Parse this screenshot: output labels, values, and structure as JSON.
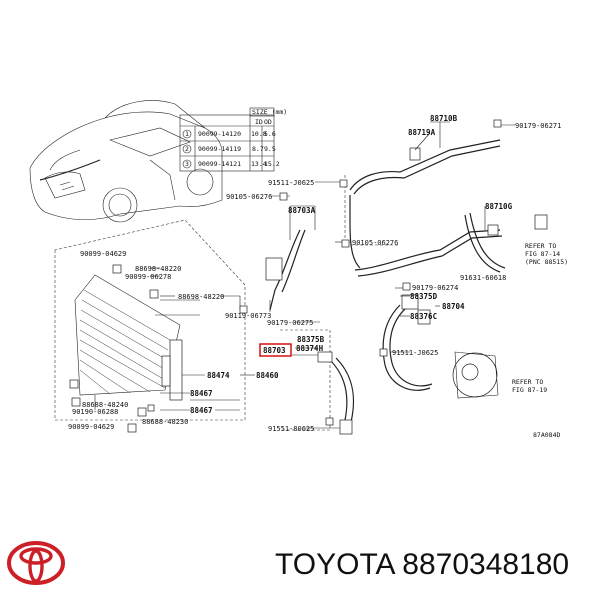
{
  "size_table": {
    "title": "SIZE (mm)",
    "col_id": "ID",
    "col_od": "OD",
    "rows": [
      {
        "ref": "1",
        "part": "90099-14120",
        "id": "10.8",
        "od": "5.6"
      },
      {
        "ref": "2",
        "part": "90099-14119",
        "id": "8.7",
        "od": "9.5"
      },
      {
        "ref": "3",
        "part": "90099-14121",
        "id": "13.4",
        "od": "15.2"
      }
    ]
  },
  "labels": {
    "l_88710b": "88710B",
    "l_88719a": "88719A",
    "l_90179_06271": "90179-06271",
    "l_91511_j0625": "91511-J0625",
    "l_90105_06276": "90105-06276",
    "l_88703a": "88703A",
    "l_88710g": "88710G",
    "l_90105_06276b": "90105-06276",
    "l_refer_to_1": "REFER TO",
    "l_fig_1": "FIG 87-14",
    "l_pnc_1": "(PNC 88515)",
    "l_90099_04629": "90099-04629",
    "l_88698_48220": "88698-48220",
    "l_90099_06278": "90099-06278",
    "l_88698_48220b": "88698-48220",
    "l_91631_60618": "91631-60618",
    "l_90179_06274": "90179-06274",
    "l_88375d": "88375D",
    "l_88704": "88704",
    "l_88376c": "88376C",
    "l_90119_06773": "90119-06773",
    "l_90179_06275": "90179-06275",
    "l_88375b": "88375B",
    "l_88703": "88703",
    "l_88374h": "88374H",
    "l_91511_j0625b": "91511-J0625",
    "l_88474": "88474",
    "l_88460": "88460",
    "l_refer_to_2": "REFER TO",
    "l_fig_2": "FIG 87-19",
    "l_88467a": "88467",
    "l_88688_48240": "88688-48240",
    "l_90190_06288": "90190-06288",
    "l_88467b": "88467",
    "l_90099_04629b": "90099-04629",
    "l_88688_48230": "88688-48230",
    "l_91551_80625": "91551-80625",
    "l_code": "87A084D"
  },
  "brand": {
    "name": "TOYOTA",
    "part_number": "8870348180",
    "logo_color": "#cc1f26"
  }
}
